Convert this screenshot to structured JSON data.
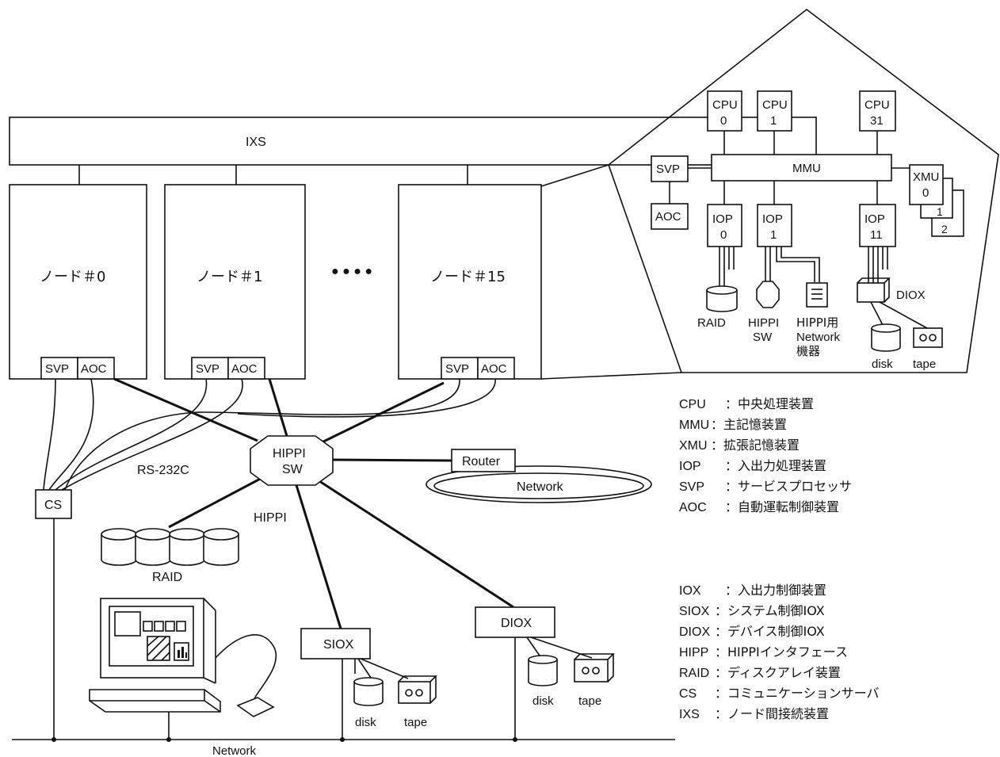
{
  "ixs": "IXS",
  "nodes": [
    "ノード＃0",
    "ノード＃1",
    "ノード＃15"
  ],
  "dots": "● ● ● ●",
  "svp": "SVP",
  "aoc": "AOC",
  "hippi_sw": [
    "HIPPI",
    "SW"
  ],
  "router": "Router",
  "network_ring": "Network",
  "rs232c": "RS-232C",
  "hippi": "HIPPI",
  "cs": "CS",
  "raid": "RAID",
  "siox": "SIOX",
  "diox": "DIOX",
  "disk": "disk",
  "tape": "tape",
  "network_bottom": "Network",
  "detail": {
    "cpus": [
      [
        "CPU",
        "0"
      ],
      [
        "CPU",
        "1"
      ],
      [
        "CPU",
        "31"
      ]
    ],
    "svp": "SVP",
    "aoc": "AOC",
    "mmu": "MMU",
    "xmu": [
      "XMU",
      "0"
    ],
    "xmu_stack": [
      "1",
      "2"
    ],
    "iops": [
      [
        "IOP",
        "0"
      ],
      [
        "IOP",
        "1"
      ],
      [
        "IOP",
        "11"
      ]
    ],
    "raid": "RAID",
    "hippi_sw": [
      "HIPPI",
      "SW"
    ],
    "hippi_net": [
      "HIPPI用",
      "Network",
      "機器"
    ],
    "diox": "DIOX",
    "disk": "disk",
    "tape": "tape"
  },
  "legend1": [
    {
      "abbr": "CPU",
      "desc": "：中央処理装置"
    },
    {
      "abbr": "MMU",
      "desc": "：主記憶装置"
    },
    {
      "abbr": "XMU",
      "desc": "：拡張記憶装置"
    },
    {
      "abbr": "IOP",
      "desc": "：入出力処理装置"
    },
    {
      "abbr": "SVP",
      "desc": "：サービスプロセッサ"
    },
    {
      "abbr": "AOC",
      "desc": "：自動運転制御装置"
    }
  ],
  "legend2": [
    {
      "abbr": "IOX",
      "desc": "：入出力制御装置"
    },
    {
      "abbr": "SIOX",
      "desc": "：システム制御IOX"
    },
    {
      "abbr": "DIOX",
      "desc": "：デバイス制御IOX"
    },
    {
      "abbr": "HIPP",
      "desc": "：HIPPIインタフェース"
    },
    {
      "abbr": "RAID",
      "desc": "：ディスクアレイ装置"
    },
    {
      "abbr": "CS",
      "desc": "：コミュニケーションサーバ"
    },
    {
      "abbr": "IXS",
      "desc": "：ノード間接続装置"
    }
  ]
}
